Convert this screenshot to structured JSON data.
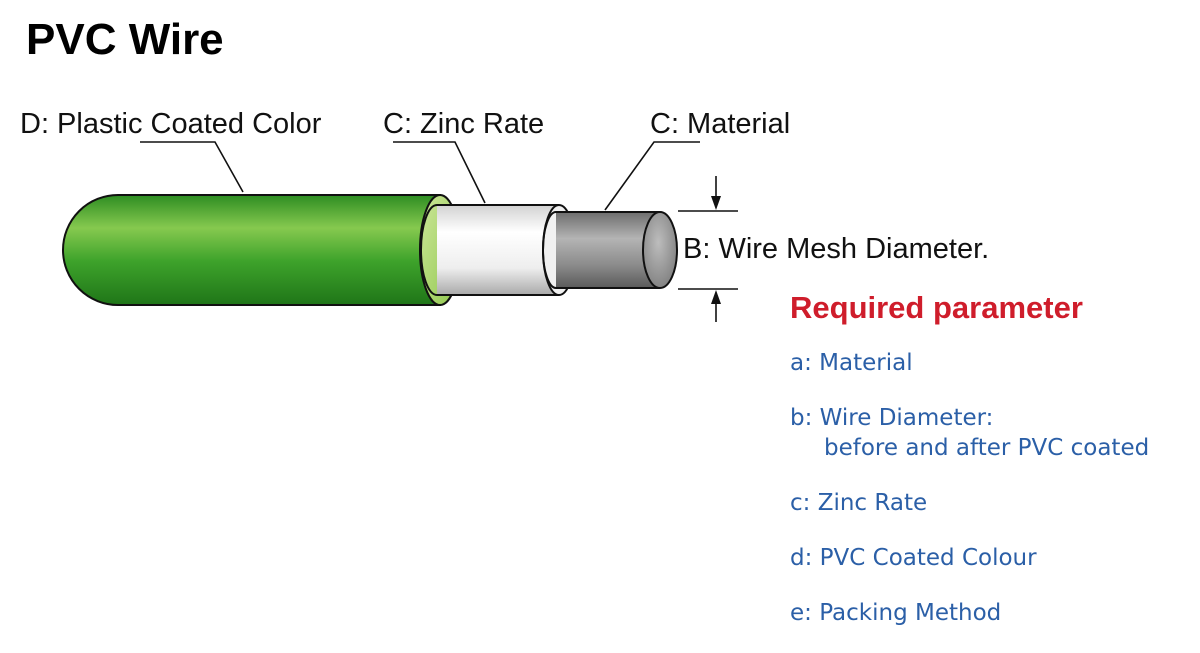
{
  "title": "PVC Wire",
  "callouts": {
    "coating_color": "D: Plastic Coated Color",
    "zinc_rate": "C: Zinc Rate",
    "material": "C: Material",
    "diameter": "B: Wire Mesh Diameter."
  },
  "required": {
    "heading": "Required parameter",
    "items": [
      {
        "line1": "a: Material",
        "line2": ""
      },
      {
        "line1": "b: Wire Diameter:",
        "line2": "before and after PVC coated"
      },
      {
        "line1": "c: Zinc Rate",
        "line2": ""
      },
      {
        "line1": "d: PVC Coated Colour",
        "line2": ""
      },
      {
        "line1": "e: Packing Method",
        "line2": ""
      }
    ]
  },
  "colors": {
    "coating": "#3fa12c",
    "zinc": "#e6e6e6",
    "core": "#8c8c8c",
    "heading": "#cf1d2b",
    "list": "#2b5fa7"
  }
}
